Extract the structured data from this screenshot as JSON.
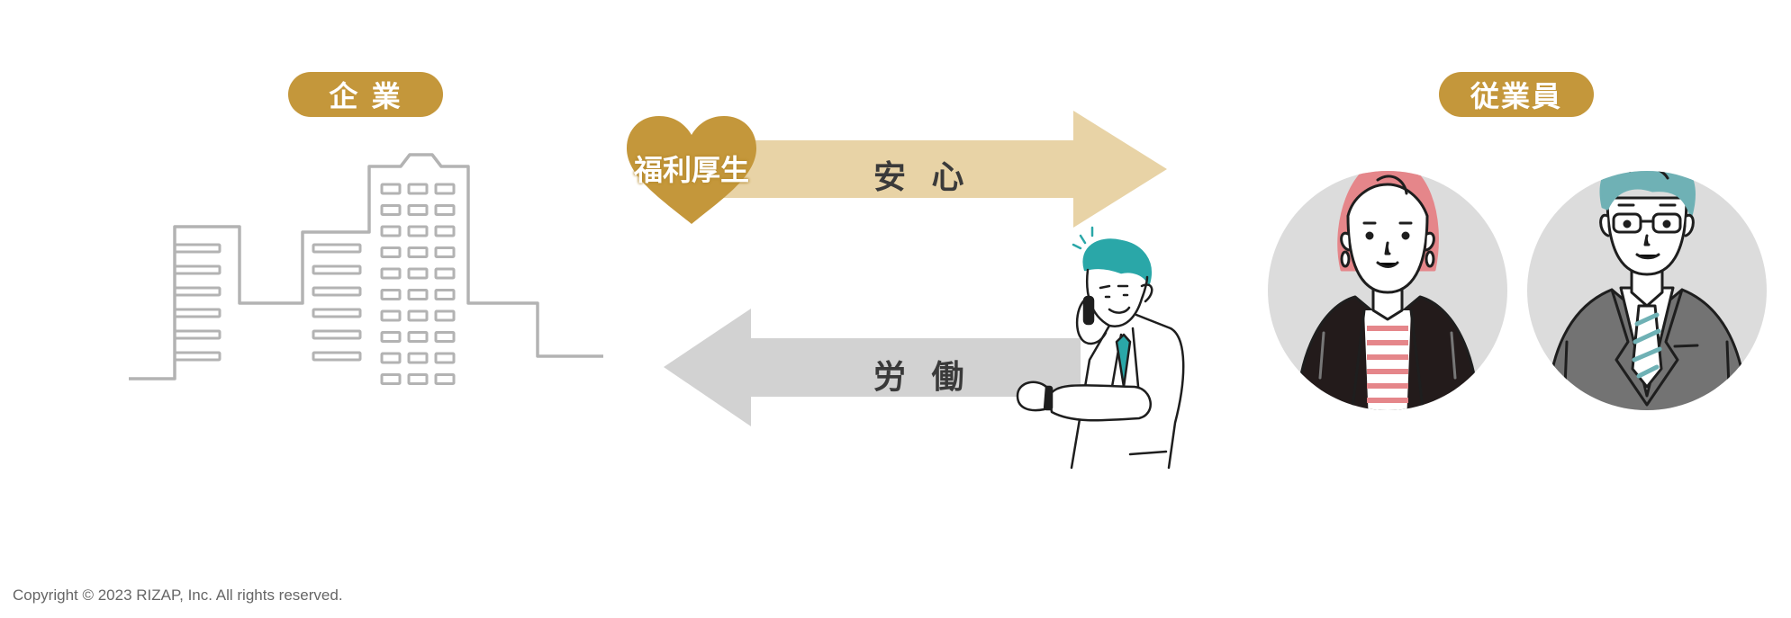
{
  "company": {
    "label": "企 業"
  },
  "employee": {
    "label": "従業員"
  },
  "heart": {
    "label": "福利厚生"
  },
  "arrows": {
    "top_label": "安 心",
    "bottom_label": "労 働"
  },
  "footer": {
    "copyright": "Copyright © 2023 RIZAP, Inc. All rights reserved."
  },
  "colors": {
    "gold": "#c4973b",
    "arrow_top": "#e8d3a6",
    "arrow_bottom": "#d2d2d2",
    "building_line": "#b3b3b3",
    "teal": "#2aa7a8",
    "pink_hair": "#e5868a",
    "blue_hair": "#6fb1b5",
    "avatar_bg": "#dcdcdc"
  }
}
